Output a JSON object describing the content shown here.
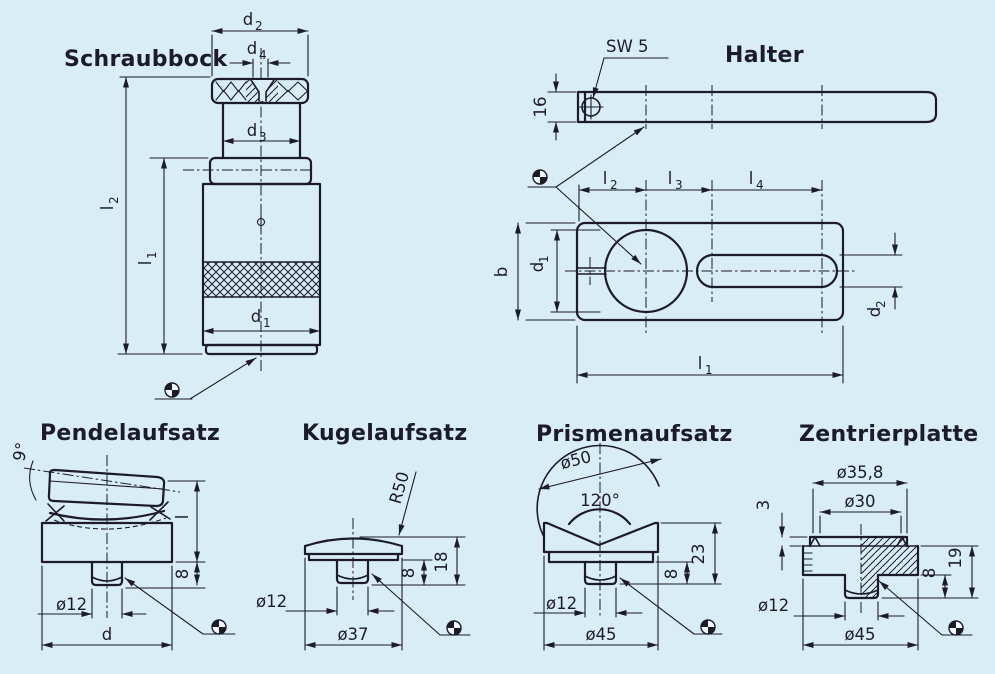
{
  "colors": {
    "background": "#d9edf6",
    "ink": "#1c1c28"
  },
  "parts": {
    "schraubbock": {
      "title": "Schraubbock",
      "dims": {
        "d2": {
          "letter": "d",
          "sub": "2"
        },
        "d4": {
          "letter": "d",
          "sub": "4"
        },
        "d3": {
          "letter": "d",
          "sub": "3"
        },
        "d1": {
          "letter": "d",
          "sub": "1"
        },
        "l2": {
          "letter": "l",
          "sub": "2"
        },
        "l1": {
          "letter": "l",
          "sub": "1"
        }
      }
    },
    "halter": {
      "title": "Halter",
      "wrench": "SW 5",
      "dims": {
        "h16": "16",
        "b": "b",
        "l2": {
          "letter": "l",
          "sub": "2"
        },
        "l3": {
          "letter": "l",
          "sub": "3"
        },
        "l4": {
          "letter": "l",
          "sub": "4"
        },
        "l1": {
          "letter": "l",
          "sub": "1"
        },
        "d1": {
          "letter": "d",
          "sub": "1"
        },
        "d2": {
          "letter": "d",
          "sub": "2"
        }
      }
    },
    "pendel": {
      "title": "Pendelaufsatz",
      "dims": {
        "angle": "9°",
        "l": "l",
        "h8": "8",
        "dia12": "ø12",
        "d": "d"
      }
    },
    "kugel": {
      "title": "Kugelaufsatz",
      "dims": {
        "r50": "R50",
        "h8": "8",
        "h18": "18",
        "dia12": "ø12",
        "dia37": "ø37"
      }
    },
    "prismen": {
      "title": "Prismenaufsatz",
      "dims": {
        "dia50": "ø50",
        "angle": "120°",
        "h23": "23",
        "h8": "8",
        "dia12": "ø12",
        "dia45": "ø45"
      }
    },
    "zentrier": {
      "title": "Zentrierplatte",
      "dims": {
        "dia358": "ø35,8",
        "dia30": "ø30",
        "h3": "3",
        "h19": "19",
        "h8": "8",
        "dia12": "ø12",
        "dia45": "ø45"
      }
    }
  }
}
